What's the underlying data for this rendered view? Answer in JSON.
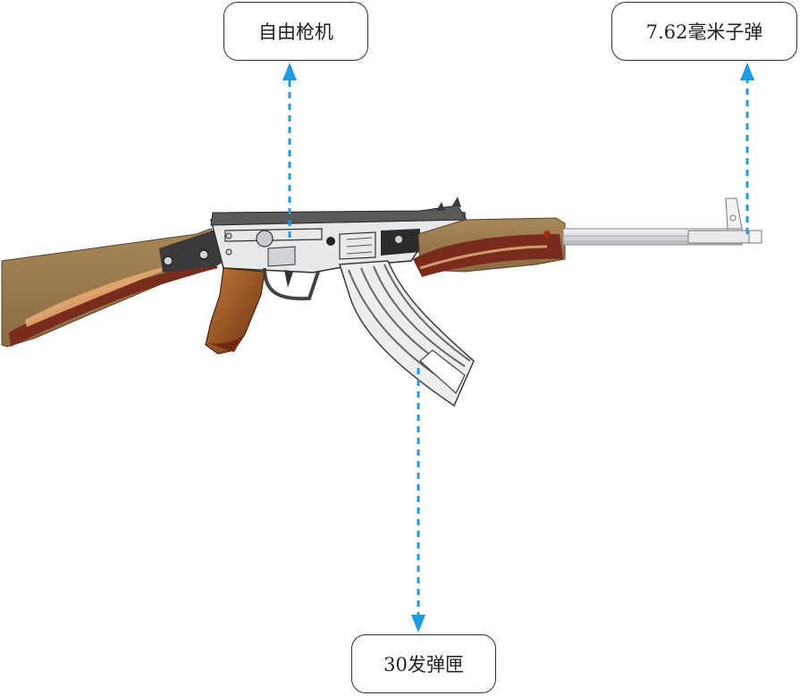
{
  "labels": {
    "bolt": "自由枪机",
    "ammo": "7.62毫米子弹",
    "magazine": "30发弹匣"
  },
  "colors": {
    "arrow": "#1a9be6",
    "wood_light": "#9c7a4e",
    "wood_dark": "#7a2c1c",
    "metal_dark": "#3a3a3a",
    "metal_light": "#d8dadc"
  }
}
